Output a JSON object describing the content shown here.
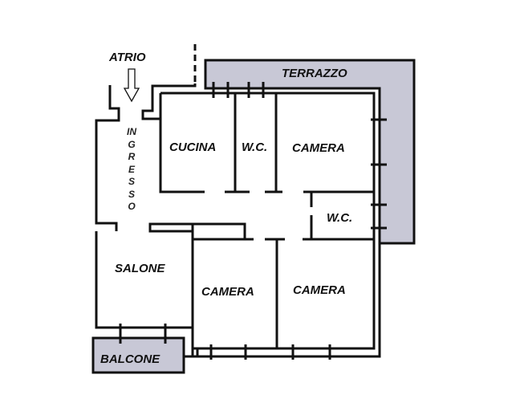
{
  "colors": {
    "wall": "#111111",
    "outdoor_fill": "#c8c8d6",
    "background": "#ffffff"
  },
  "labels": {
    "atrio": "ATRIO",
    "terrazzo": "TERRAZZO",
    "ingresso": "INGRESSO",
    "cucina": "CUCINA",
    "wc_upper": "W.C.",
    "camera_upper": "CAMERA",
    "wc_lower": "W.C.",
    "salone": "SALONE",
    "camera_lower_left": "CAMERA",
    "camera_lower_right": "CAMERA",
    "balcone": "BALCONE"
  },
  "icons": {
    "entrance_arrow": "down-arrow"
  }
}
